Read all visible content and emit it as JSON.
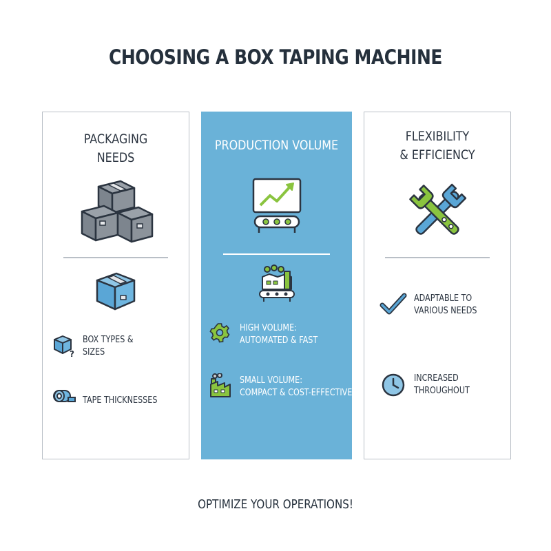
{
  "title": "CHOOSING A BOX TAPING MACHINE",
  "panels": {
    "packaging": {
      "title_line1": "PACKAGING",
      "title_line2": "NEEDS",
      "items": [
        {
          "line1": "BOX TYPES &",
          "line2": "SIZES",
          "icon": "box-question-icon"
        },
        {
          "line1": "TAPE THICKNESSES",
          "icon": "tape-roll-icon"
        }
      ]
    },
    "production": {
      "title_line1": "PRODUCTION VOLUME",
      "items": [
        {
          "line1": "HIGH VOLUME:",
          "line2": "AUTOMATED & FAST",
          "icon": "gear-icon"
        },
        {
          "line1": "SMALL VOLUME:",
          "line2": "COMPACT & COST-EFFECTIVE",
          "icon": "small-factory-icon"
        }
      ]
    },
    "flexibility": {
      "title_line1": "FLEXIBILITY",
      "title_line2": "& EFFICIENCY",
      "items": [
        {
          "line1": "ADAPTABLE TO",
          "line2": "VARIOUS NEEDS",
          "icon": "checkmark-icon"
        },
        {
          "line1": "INCREASED",
          "line2": "THROUGHOUT",
          "icon": "clock-icon"
        }
      ]
    }
  },
  "footer": "OPTIMIZE YOUR OPERATIONS!",
  "colors": {
    "accent_blue": "#6ab2d8",
    "accent_green": "#8ac43f",
    "dark": "#2b3440",
    "gray_box": "#7d858e",
    "border": "#b9bfc6"
  }
}
